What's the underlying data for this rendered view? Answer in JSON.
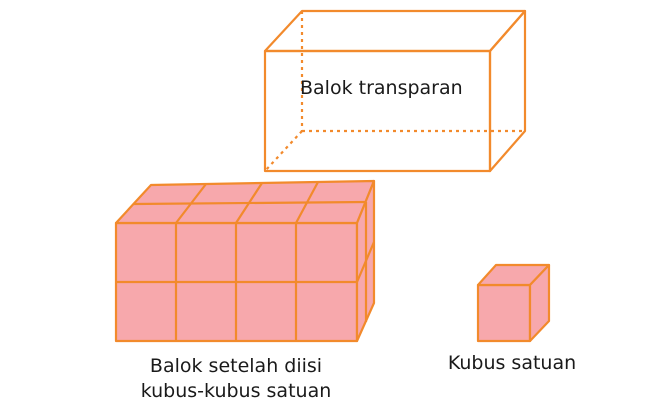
{
  "labels": {
    "transparent_box": "Balok transparan",
    "filled_box_line1": "Balok setelah diisi",
    "filled_box_line2": "kubus-kubus satuan",
    "unit_cube": "Kubus satuan"
  },
  "colors": {
    "edge": "#F28A2C",
    "fill": "#F7A8AC",
    "text": "#1a1a1a"
  },
  "filled_box_grid": {
    "columns": 4,
    "rows": 2,
    "depth": 2
  }
}
